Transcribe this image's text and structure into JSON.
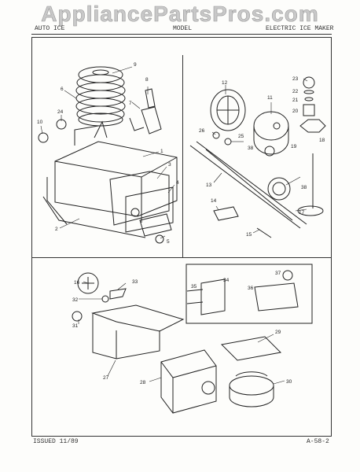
{
  "watermark": "AppliancePartsPros.com",
  "header": {
    "left": "AUTO ICE",
    "middle": "MODEL",
    "right": "ELECTRIC ICE MAKER"
  },
  "footer": {
    "issued": "ISSUED 11/89",
    "page_code": "A-58-2"
  },
  "part_numbers": {
    "top_left": [
      "9",
      "8",
      "6",
      "7",
      "24",
      "10",
      "1",
      "3",
      "4",
      "2",
      "5"
    ],
    "top_right": [
      "12",
      "23",
      "22",
      "11",
      "21",
      "20",
      "26",
      "25",
      "38",
      "19",
      "18",
      "13",
      "38",
      "17",
      "14",
      "15"
    ],
    "bottom": [
      "16",
      "33",
      "32",
      "34",
      "37",
      "35",
      "36",
      "31",
      "29",
      "27",
      "28",
      "30"
    ]
  }
}
